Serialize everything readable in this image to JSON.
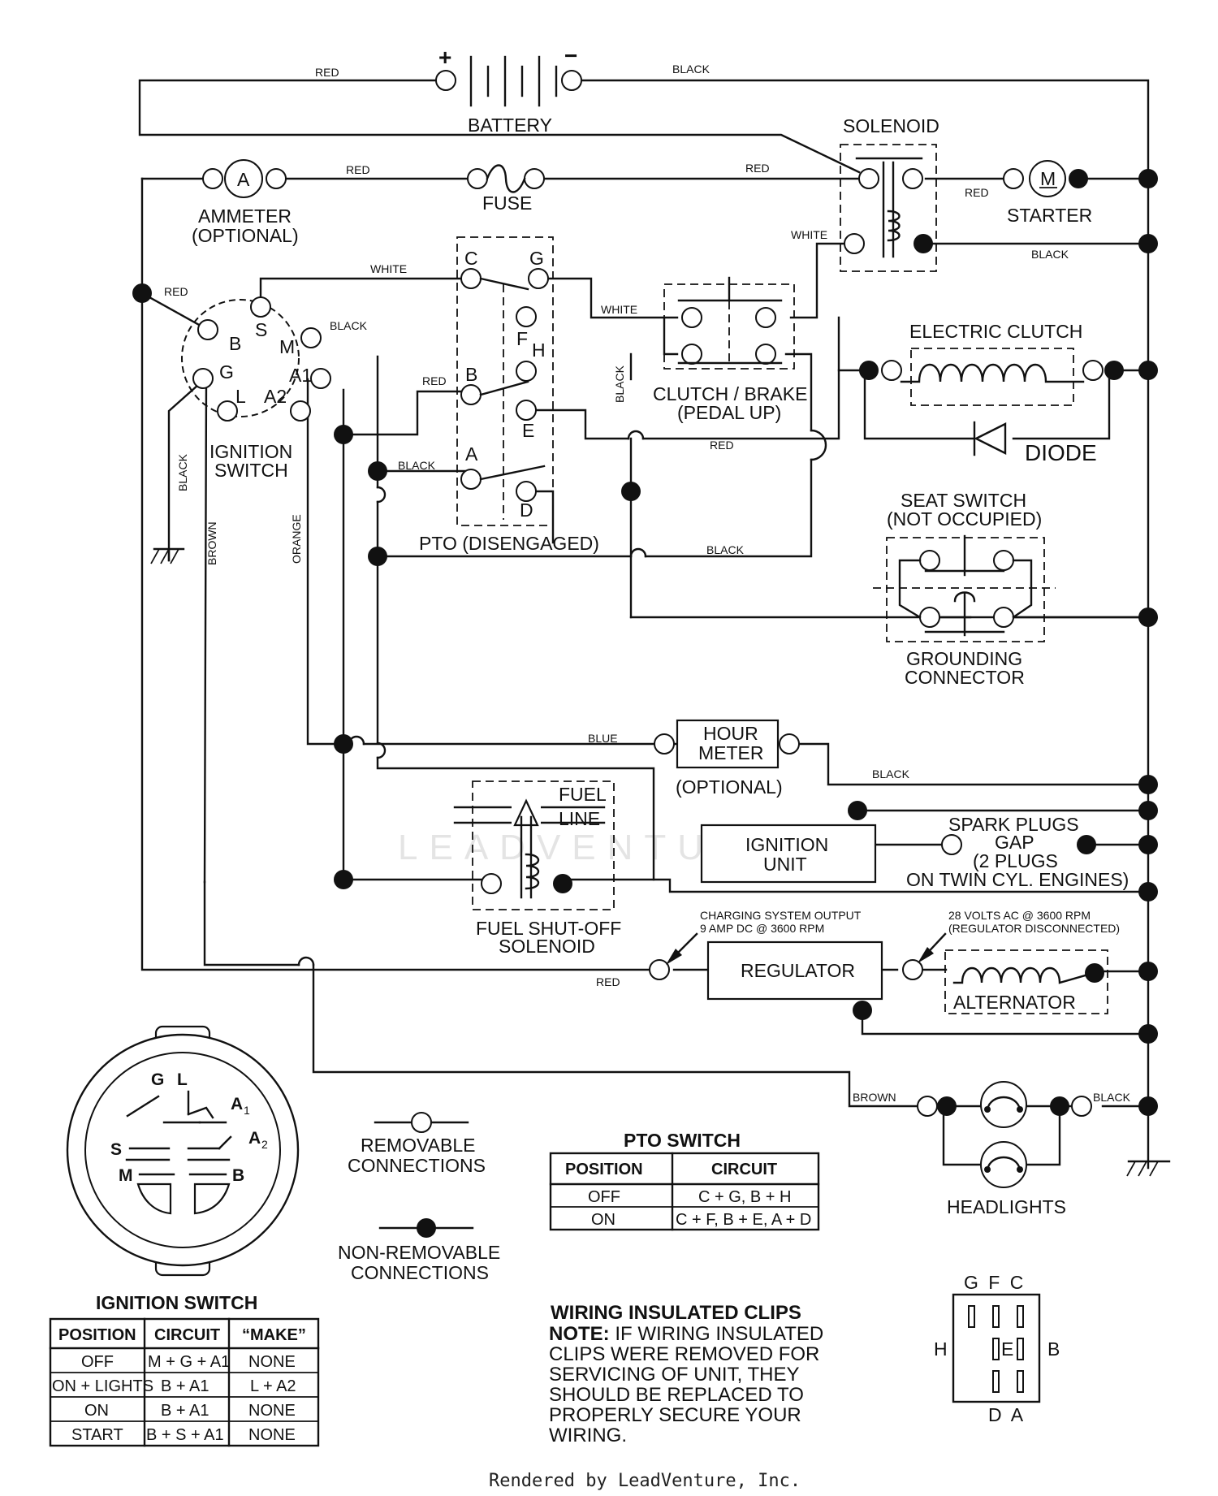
{
  "labels": {
    "battery": "BATTERY",
    "plus": "+",
    "minus": "−",
    "solenoid": "SOLENOID",
    "ammeter_symbol": "A",
    "ammeter": "AMMETER",
    "ammeter_optional": "(OPTIONAL)",
    "fuse": "FUSE",
    "starter_symbol": "M",
    "starter": "STARTER",
    "ignition_switch_line1": "IGNITION",
    "ignition_switch_line2": "SWITCH",
    "pto_disengaged": "PTO (DISENGAGED)",
    "clutch_brake_line1": "CLUTCH / BRAKE",
    "clutch_brake_line2": "(PEDAL UP)",
    "electric_clutch": "ELECTRIC CLUTCH",
    "diode": "DIODE",
    "seat_switch_line1": "SEAT SWITCH",
    "seat_switch_line2": "(NOT OCCUPIED)",
    "grounding_line1": "GROUNDING",
    "grounding_line2": "CONNECTOR",
    "hour_meter_line1": "HOUR",
    "hour_meter_line2": "METER",
    "hour_meter_optional": "(OPTIONAL)",
    "fuel_line_1": "FUEL",
    "fuel_line_2": "LINE",
    "fuel_solenoid_1": "FUEL SHUT-OFF",
    "fuel_solenoid_2": "SOLENOID",
    "ignition_unit_1": "IGNITION",
    "ignition_unit_2": "UNIT",
    "spark_plugs_1": "SPARK PLUGS",
    "spark_plugs_2": "GAP",
    "spark_plugs_3": "(2 PLUGS",
    "spark_plugs_4": "ON TWIN CYL. ENGINES)",
    "charging_1": "CHARGING SYSTEM OUTPUT",
    "charging_2": "9 AMP DC @ 3600 RPM",
    "volts_1": "28 VOLTS AC @ 3600 RPM",
    "volts_2": "(REGULATOR DISCONNECTED)",
    "regulator": "REGULATOR",
    "alternator": "ALTERNATOR",
    "headlights": "HEADLIGHTS",
    "removable_1": "REMOVABLE",
    "removable_2": "CONNECTIONS",
    "nonremovable_1": "NON-REMOVABLE",
    "nonremovable_2": "CONNECTIONS"
  },
  "switch_terminals": {
    "B": "B",
    "S": "S",
    "M": "M",
    "G": "G",
    "L": "L",
    "A1": "A1",
    "A2": "A2"
  },
  "pto_terminals": {
    "C": "C",
    "G": "G",
    "F": "F",
    "H": "H",
    "B": "B",
    "E": "E",
    "A": "A",
    "D": "D"
  },
  "wire_colors": {
    "red": "RED",
    "black": "BLACK",
    "white": "WHITE",
    "brown": "BROWN",
    "orange": "ORANGE",
    "blue": "BLUE"
  },
  "switch_face": {
    "G": "G",
    "L": "L",
    "A": "A",
    "A1_sub": "1",
    "A2_sub": "2",
    "S": "S",
    "M": "M",
    "B": "B"
  },
  "pto_switch_table": {
    "title": "PTO SWITCH",
    "headers": [
      "POSITION",
      "CIRCUIT"
    ],
    "rows": [
      [
        "OFF",
        "C + G, B + H"
      ],
      [
        "ON",
        "C + F, B + E, A + D"
      ]
    ]
  },
  "ignition_switch_table": {
    "title": "IGNITION SWITCH",
    "headers": [
      "POSITION",
      "CIRCUIT",
      "“MAKE”"
    ],
    "rows": [
      [
        "OFF",
        "M + G + A1",
        "NONE"
      ],
      [
        "ON + LIGHTS",
        "B + A1",
        "L + A2"
      ],
      [
        "ON",
        "B + A1",
        "NONE"
      ],
      [
        "START",
        "B + S + A1",
        "NONE"
      ]
    ]
  },
  "wiring_note": {
    "title": "WIRING INSULATED CLIPS",
    "prefix": "NOTE:",
    "line1": " IF WIRING INSULATED",
    "line2": "CLIPS WERE REMOVED FOR",
    "line3": "SERVICING OF UNIT, THEY",
    "line4": "SHOULD BE REPLACED TO",
    "line5": "PROPERLY SECURE YOUR",
    "line6": "WIRING."
  },
  "connector_pinout": {
    "top": "G F C",
    "left": "H",
    "right": "B",
    "center": "E",
    "bottom": "D A"
  },
  "footer": "Rendered by LeadVenture, Inc.",
  "watermark": "LEADVENTURE"
}
